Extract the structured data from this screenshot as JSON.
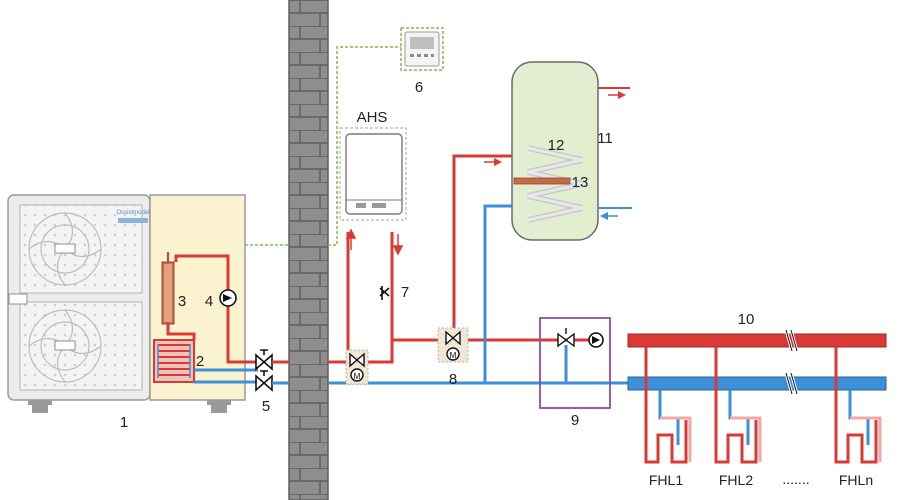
{
  "diagram": {
    "labels": {
      "outdoor_unit": "1",
      "plate_heat_exchanger": "2",
      "backup_heater": "3",
      "pump_internal": "4",
      "shutoff_valves": "5",
      "wired_controller": "6",
      "check_valve": "7",
      "three_way_valve_dhw": "8",
      "mixing_station": "9",
      "distributor": "10",
      "dhw_tank": "11",
      "tank_coil": "12",
      "tank_booster_heater": "13",
      "auxiliary_heat_source": "AHS",
      "floor_loop_1": "FHL1",
      "floor_loop_2": "FHL2",
      "floor_loop_ellipsis": ".......",
      "floor_loop_n": "FHLn"
    },
    "brand_mark": "Ossistmodel",
    "colors": {
      "supply": "#d93a36",
      "return": "#3d8fd6",
      "signal": "#7cc04a",
      "outdoor_casing": "#efefef",
      "hydro_box": "#fbf3cf",
      "tank_fill": "#e3edcf",
      "wall": "#8e8e8e",
      "mixing_frame": "#8c4fa3"
    }
  }
}
